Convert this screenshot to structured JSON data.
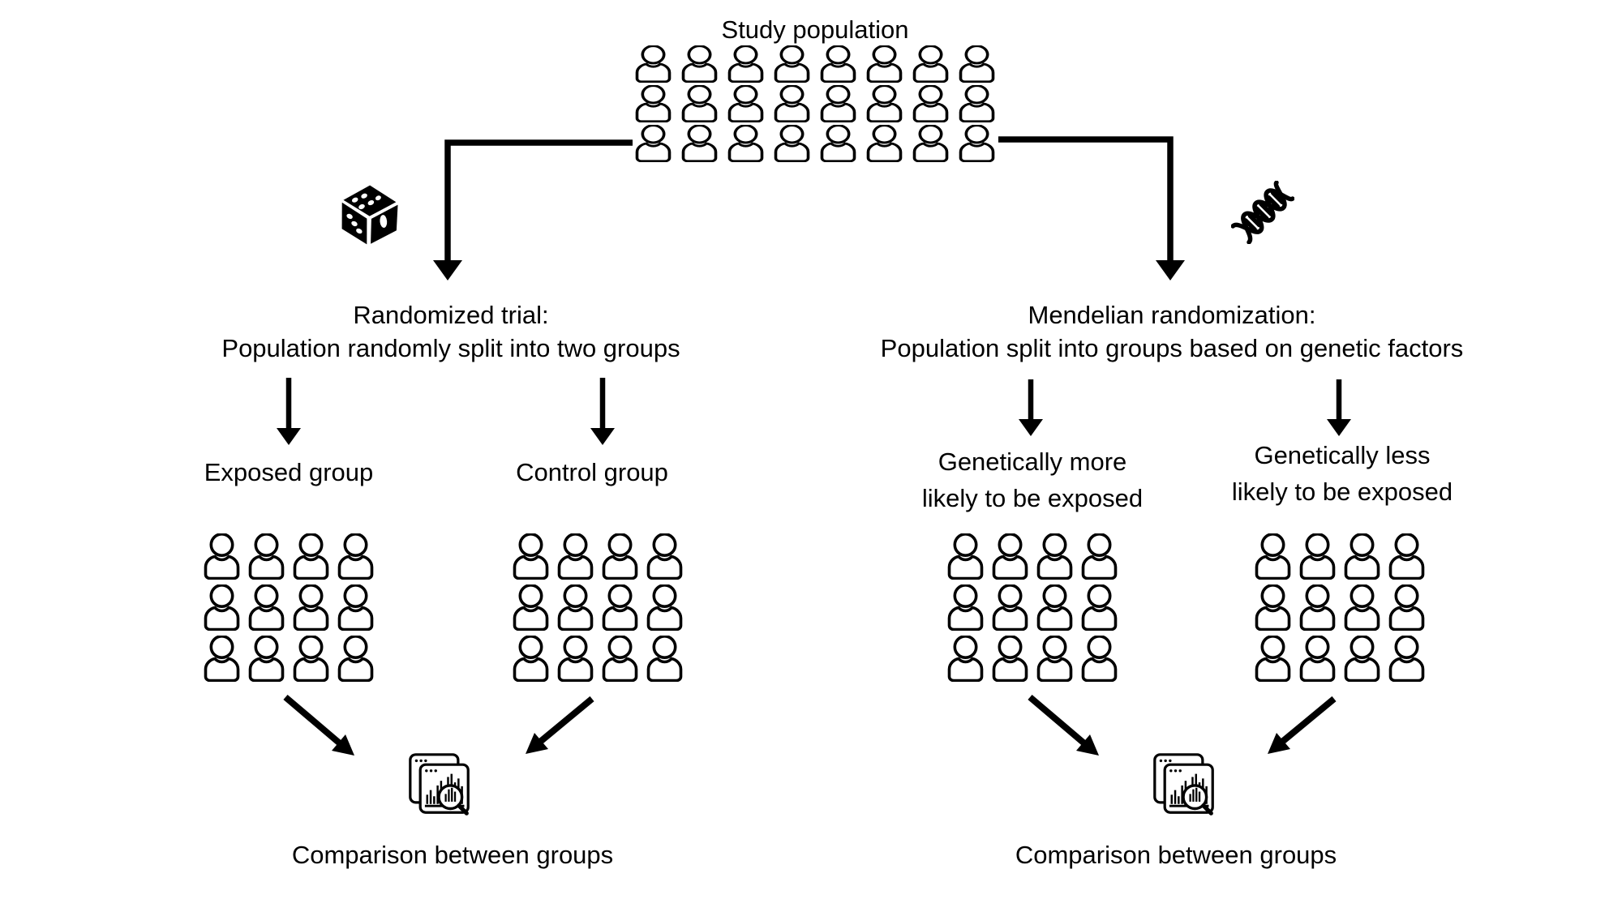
{
  "page": {
    "background_color": "#ffffff",
    "ink_color": "#000000"
  },
  "top": {
    "title": "Study population",
    "grid": {
      "rows": 3,
      "cols": 8
    },
    "person_icon": "person-icon"
  },
  "left_branch": {
    "method_icon": "dice-icon",
    "heading_line1": "Randomized trial:",
    "heading_line2": "Population randomly split into two groups",
    "groups": [
      {
        "label": "Exposed group",
        "grid": {
          "rows": 3,
          "cols": 4
        }
      },
      {
        "label": "Control group",
        "grid": {
          "rows": 3,
          "cols": 4
        }
      }
    ],
    "result_icon": "chart-magnifier-icon",
    "result_label": "Comparison between groups"
  },
  "right_branch": {
    "method_icon": "dna-icon",
    "heading_line1": "Mendelian randomization:",
    "heading_line2": "Population split into groups based on genetic factors",
    "groups": [
      {
        "label_line1": "Genetically more",
        "label_line2": "likely to be exposed",
        "grid": {
          "rows": 3,
          "cols": 4
        }
      },
      {
        "label_line1": "Genetically less",
        "label_line2": "likely to be exposed",
        "grid": {
          "rows": 3,
          "cols": 4
        }
      }
    ],
    "result_icon": "chart-magnifier-icon",
    "result_label": "Comparison between groups"
  }
}
